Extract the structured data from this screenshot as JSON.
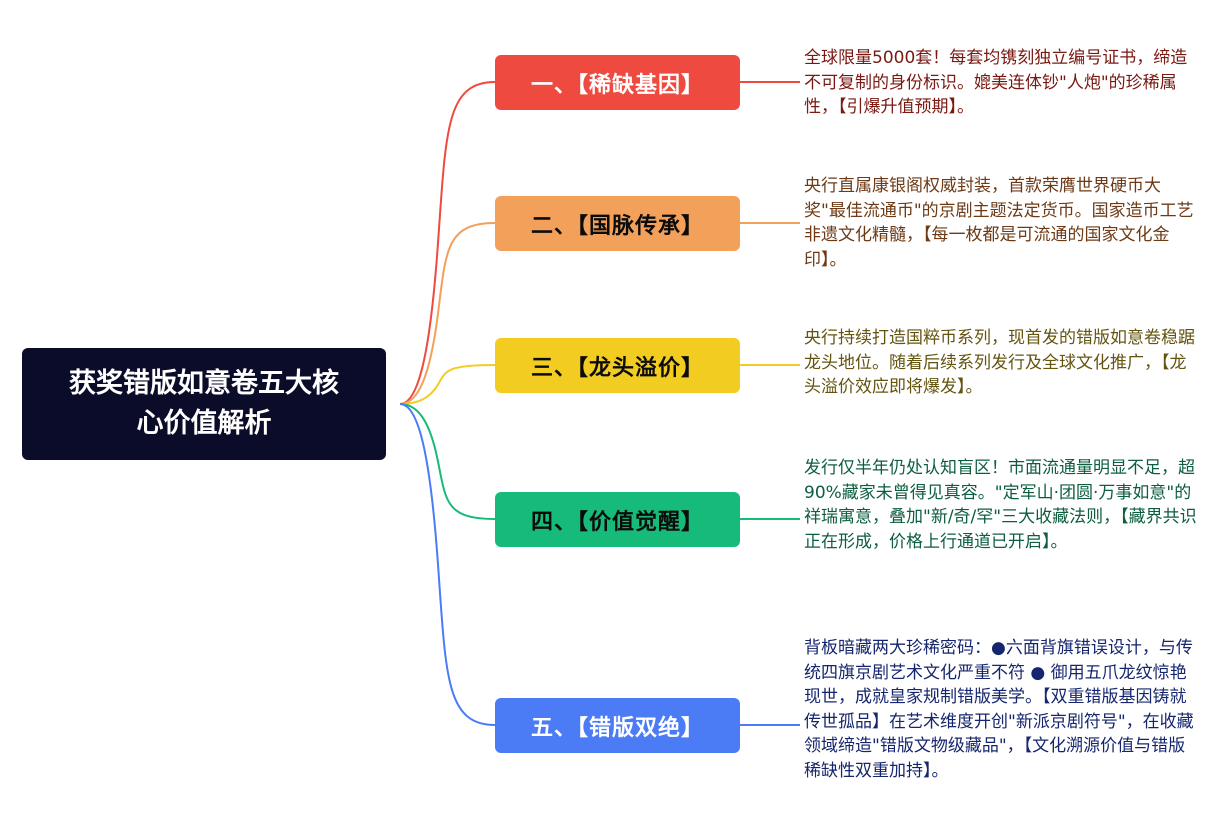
{
  "root": {
    "title": "获奖错版如意卷五大核心价值解析"
  },
  "branches": [
    {
      "label": "一、【稀缺基因】",
      "color": "#ee4a40",
      "text": "全球限量5000套！每套均镌刻独立编号证书，缔造不可复制的身份标识。媲美连体钞\"人炮\"的珍稀属性，【引爆升值预期】。"
    },
    {
      "label": "二、【国脉传承】",
      "color": "#f2a05a",
      "text": "央行直属康银阁权威封装，首款荣膺世界硬币大奖\"最佳流通币\"的京剧主题法定货币。国家造币工艺非遗文化精髓，【每一枚都是可流通的国家文化金印】。"
    },
    {
      "label": "三、【龙头溢价】",
      "color": "#f3cc22",
      "text": "央行持续打造国粹币系列，现首发的错版如意卷稳踞龙头地位。随着后续系列发行及全球文化推广，【龙头溢价效应即将爆发】。"
    },
    {
      "label": "四、【价值觉醒】",
      "color": "#16bb79",
      "text": "发行仅半年仍处认知盲区！市面流通量明显不足，超90%藏家未曾得见真容。\"定军山·团圆·万事如意\"的祥瑞寓意，叠加\"新/奇/罕\"三大收藏法则，【藏界共识正在形成，价格上行通道已开启】。"
    },
    {
      "label": "五、【错版双绝】",
      "color": "#4b7cf5",
      "text": "背板暗藏两大珍稀密码：●六面背旗错误设计，与传统四旗京剧艺术文化严重不符 ● 御用五爪龙纹惊艳现世，成就皇家规制错版美学。【双重错版基因铸就传世孤品】在艺术维度开创\"新派京剧符号\"，在收藏领域缔造\"错版文物级藏品\"，【文化溯源价值与错版稀缺性双重加持】。"
    }
  ]
}
